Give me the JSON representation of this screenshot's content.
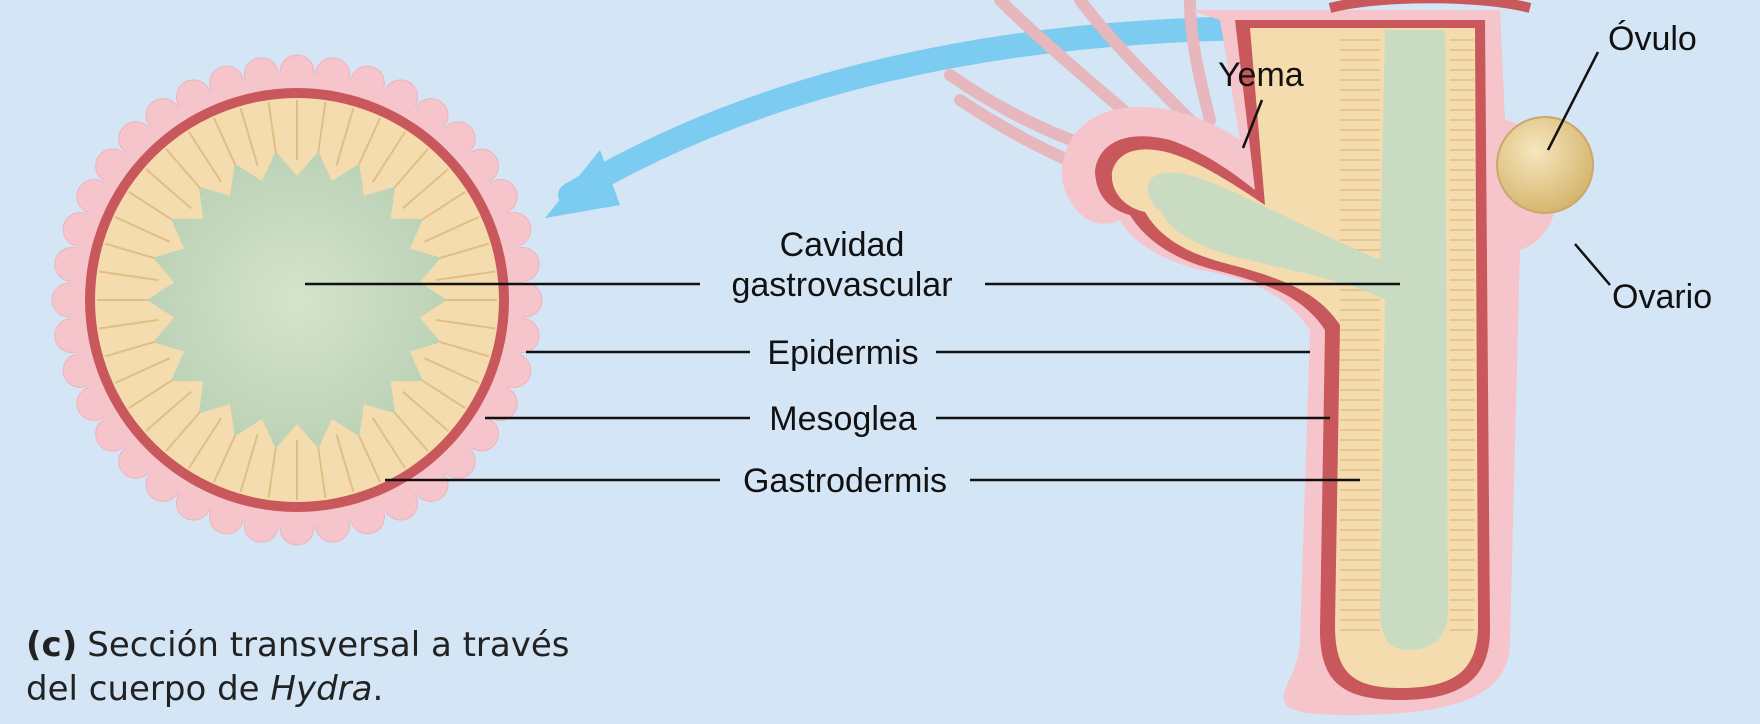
{
  "labels": {
    "cavity_line1": "Cavidad",
    "cavity_line2": "gastrovascular",
    "epidermis": "Epidermis",
    "mesoglea": "Mesoglea",
    "gastrodermis": "Gastrodermis",
    "bud": "Yema",
    "egg": "Óvulo",
    "ovary": "Ovario"
  },
  "caption": {
    "letter": "(c)",
    "text1": "Sección transversal a través",
    "text2_prefix": "del cuerpo de ",
    "text2_italic": "Hydra",
    "text2_suffix": "."
  },
  "colors": {
    "background": "#d4e6f6",
    "epidermis": "#f6c4cb",
    "mesoglea": "#c9585c",
    "gastrodermis": "#f5dcae",
    "cavity": "#c9dcc2",
    "arrow": "#7ccbf0",
    "egg": "#e2c88a"
  }
}
